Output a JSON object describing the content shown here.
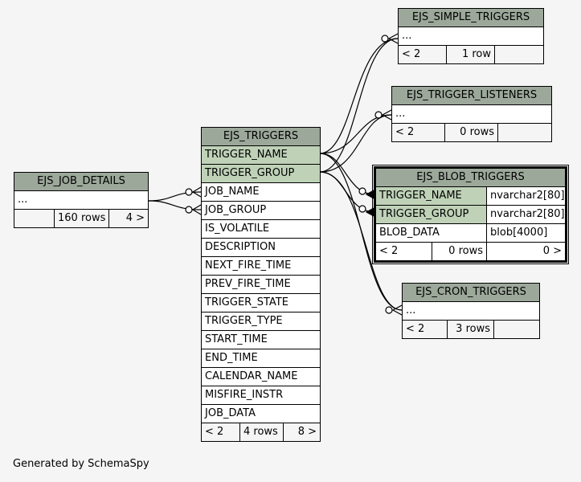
{
  "tables": {
    "job_details": {
      "name": "EJS_JOB_DETAILS",
      "placeholder": "...",
      "footer": [
        "",
        "160 rows",
        "4 >"
      ]
    },
    "triggers": {
      "name": "EJS_TRIGGERS",
      "columns": [
        "TRIGGER_NAME",
        "TRIGGER_GROUP",
        "JOB_NAME",
        "JOB_GROUP",
        "IS_VOLATILE",
        "DESCRIPTION",
        "NEXT_FIRE_TIME",
        "PREV_FIRE_TIME",
        "TRIGGER_STATE",
        "TRIGGER_TYPE",
        "START_TIME",
        "END_TIME",
        "CALENDAR_NAME",
        "MISFIRE_INSTR",
        "JOB_DATA"
      ],
      "footer": [
        "< 2",
        "4 rows",
        "8 >"
      ]
    },
    "simple_triggers": {
      "name": "EJS_SIMPLE_TRIGGERS",
      "placeholder": "...",
      "footer": [
        "< 2",
        "1 row",
        ""
      ]
    },
    "trigger_listeners": {
      "name": "EJS_TRIGGER_LISTENERS",
      "placeholder": "...",
      "footer": [
        "< 2",
        "0 rows",
        ""
      ]
    },
    "blob_triggers": {
      "name": "EJS_BLOB_TRIGGERS",
      "columns": [
        {
          "name": "TRIGGER_NAME",
          "type": "nvarchar2[80]"
        },
        {
          "name": "TRIGGER_GROUP",
          "type": "nvarchar2[80]"
        },
        {
          "name": "BLOB_DATA",
          "type": "blob[4000]"
        }
      ],
      "footer": [
        "< 2",
        "0 rows",
        "0 >"
      ]
    },
    "cron_triggers": {
      "name": "EJS_CRON_TRIGGERS",
      "placeholder": "...",
      "footer": [
        "< 2",
        "3 rows",
        ""
      ]
    }
  },
  "footer_text": "Generated by SchemaSpy",
  "colors": {
    "header": "#9ca89a",
    "key_row": "#bfd2b8",
    "background": "#f5f5f5"
  }
}
